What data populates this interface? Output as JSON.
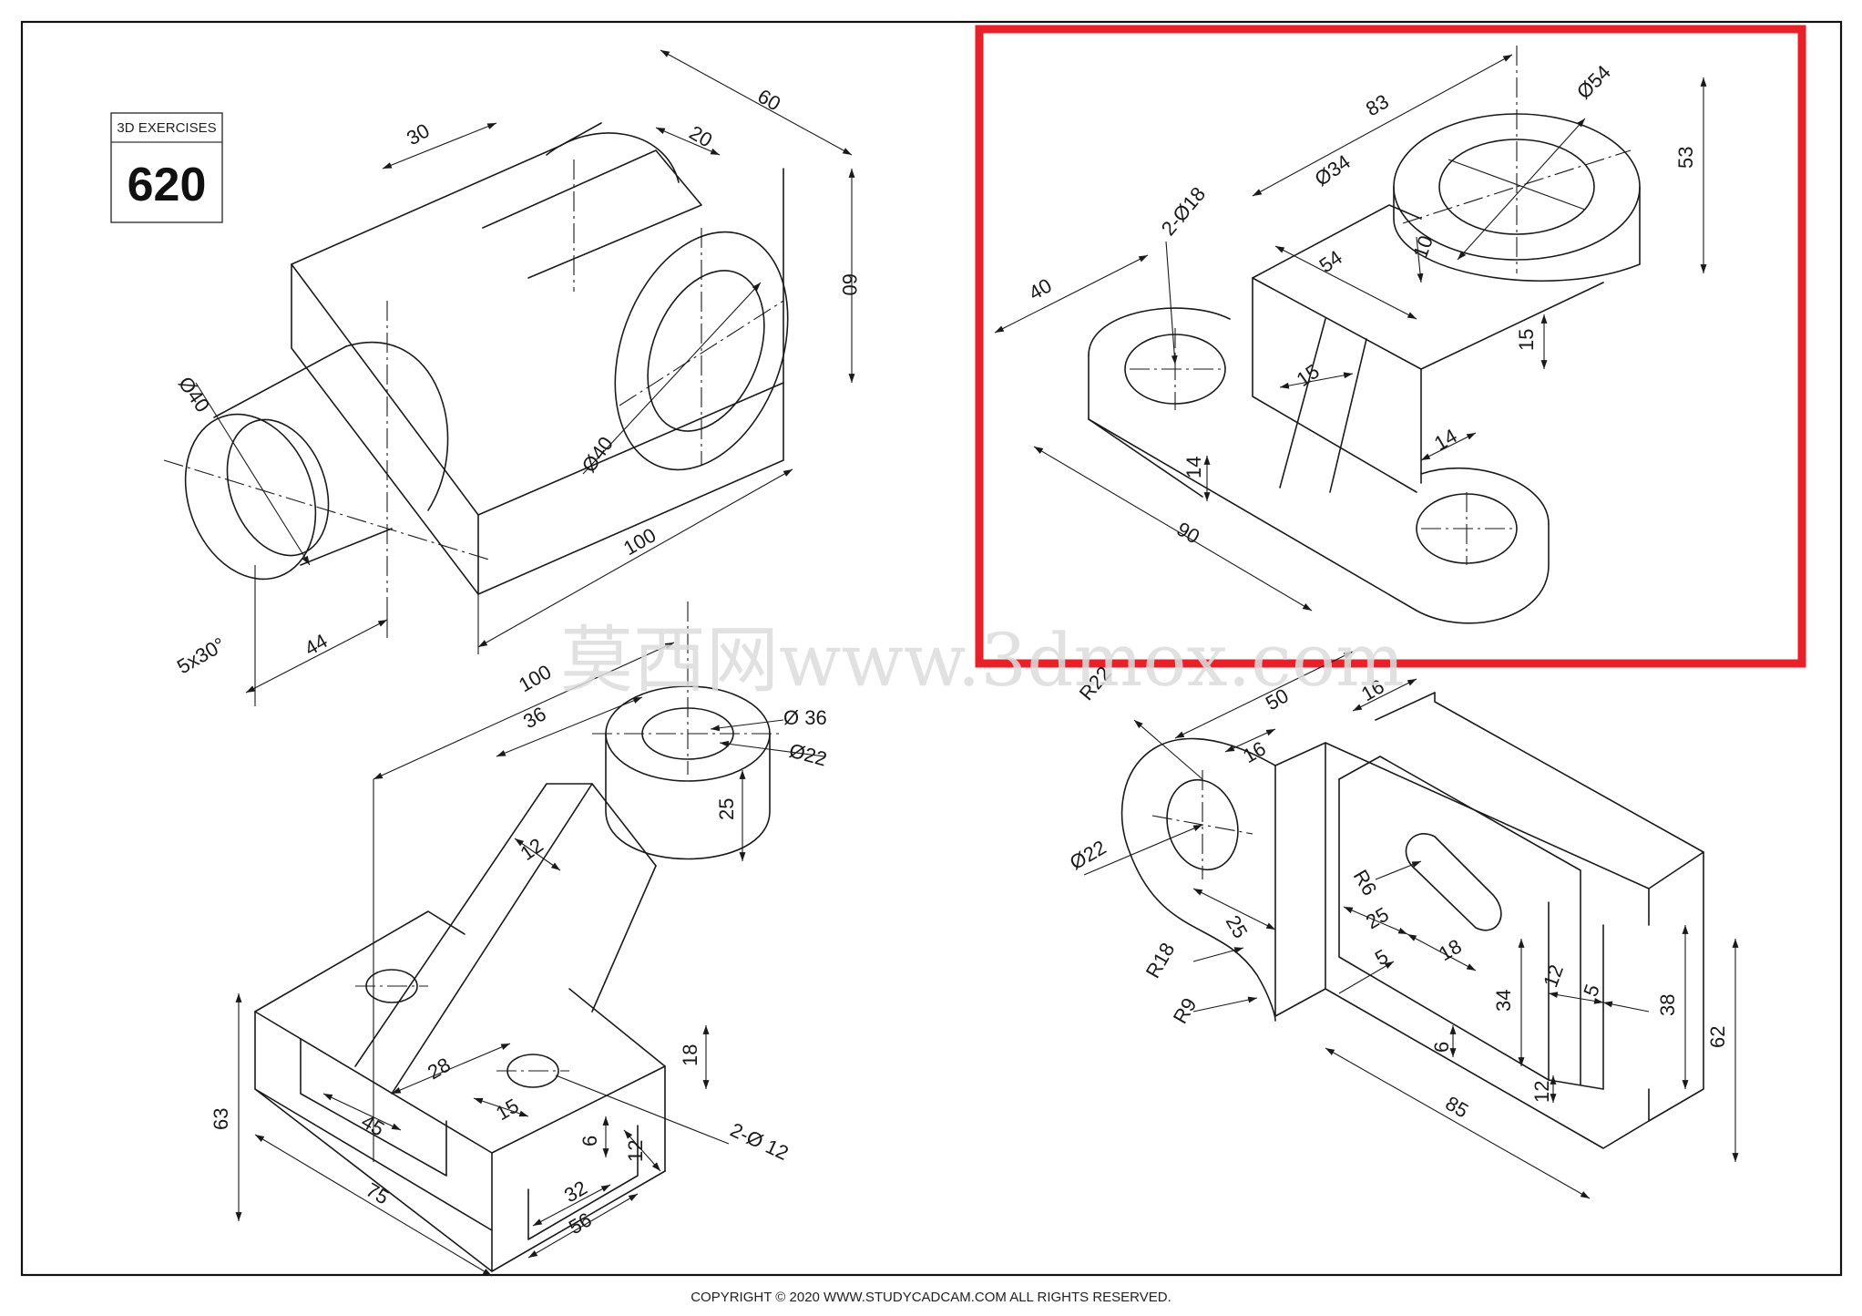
{
  "badge": {
    "caption": "3D EXERCISES",
    "number": "620"
  },
  "copyright": "COPYRIGHT © 2020 WWW.STUDYCADCAM.COM ALL RIGHTS RESERVED.",
  "watermark": "莫西网www.3dmox.com",
  "highlight_color": "#e8202a",
  "part_a_dims": {
    "d1": "30",
    "d2": "20",
    "d3": "60",
    "d4": "60",
    "d5": "Ø40",
    "d6": "Ø40",
    "d7": "100",
    "d8": "5x30°",
    "d9": "44"
  },
  "part_b_dims": {
    "d1": "83",
    "d2": "Ø54",
    "d3": "Ø34",
    "d4": "53",
    "d5": "2-Ø18",
    "d6": "10",
    "d7": "54",
    "d8": "40",
    "d9": "15",
    "d10": "15",
    "d11": "14",
    "d12": "14",
    "d13": "90"
  },
  "part_c_dims": {
    "d1": "100",
    "d2": "36",
    "d3": "Ø 36",
    "d4": "Ø22",
    "d5": "25",
    "d6": "12",
    "d7": "63",
    "d8": "28",
    "d9": "45",
    "d10": "15",
    "d11": "18",
    "d12": "2-Ø 12",
    "d13": "6",
    "d14": "12",
    "d15": "32",
    "d16": "56",
    "d17": "75"
  },
  "part_d_dims": {
    "d1": "R22",
    "d2": "50",
    "d3": "16",
    "d4": "16",
    "d5": "Ø22",
    "d6": "R6",
    "d7": "25",
    "d8": "25",
    "d9": "18",
    "d10": "R18",
    "d11": "R9",
    "d12": "5",
    "d13": "34",
    "d14": "12",
    "d15": "5",
    "d16": "38",
    "d17": "62",
    "d18": "6",
    "d19": "12",
    "d20": "85"
  }
}
